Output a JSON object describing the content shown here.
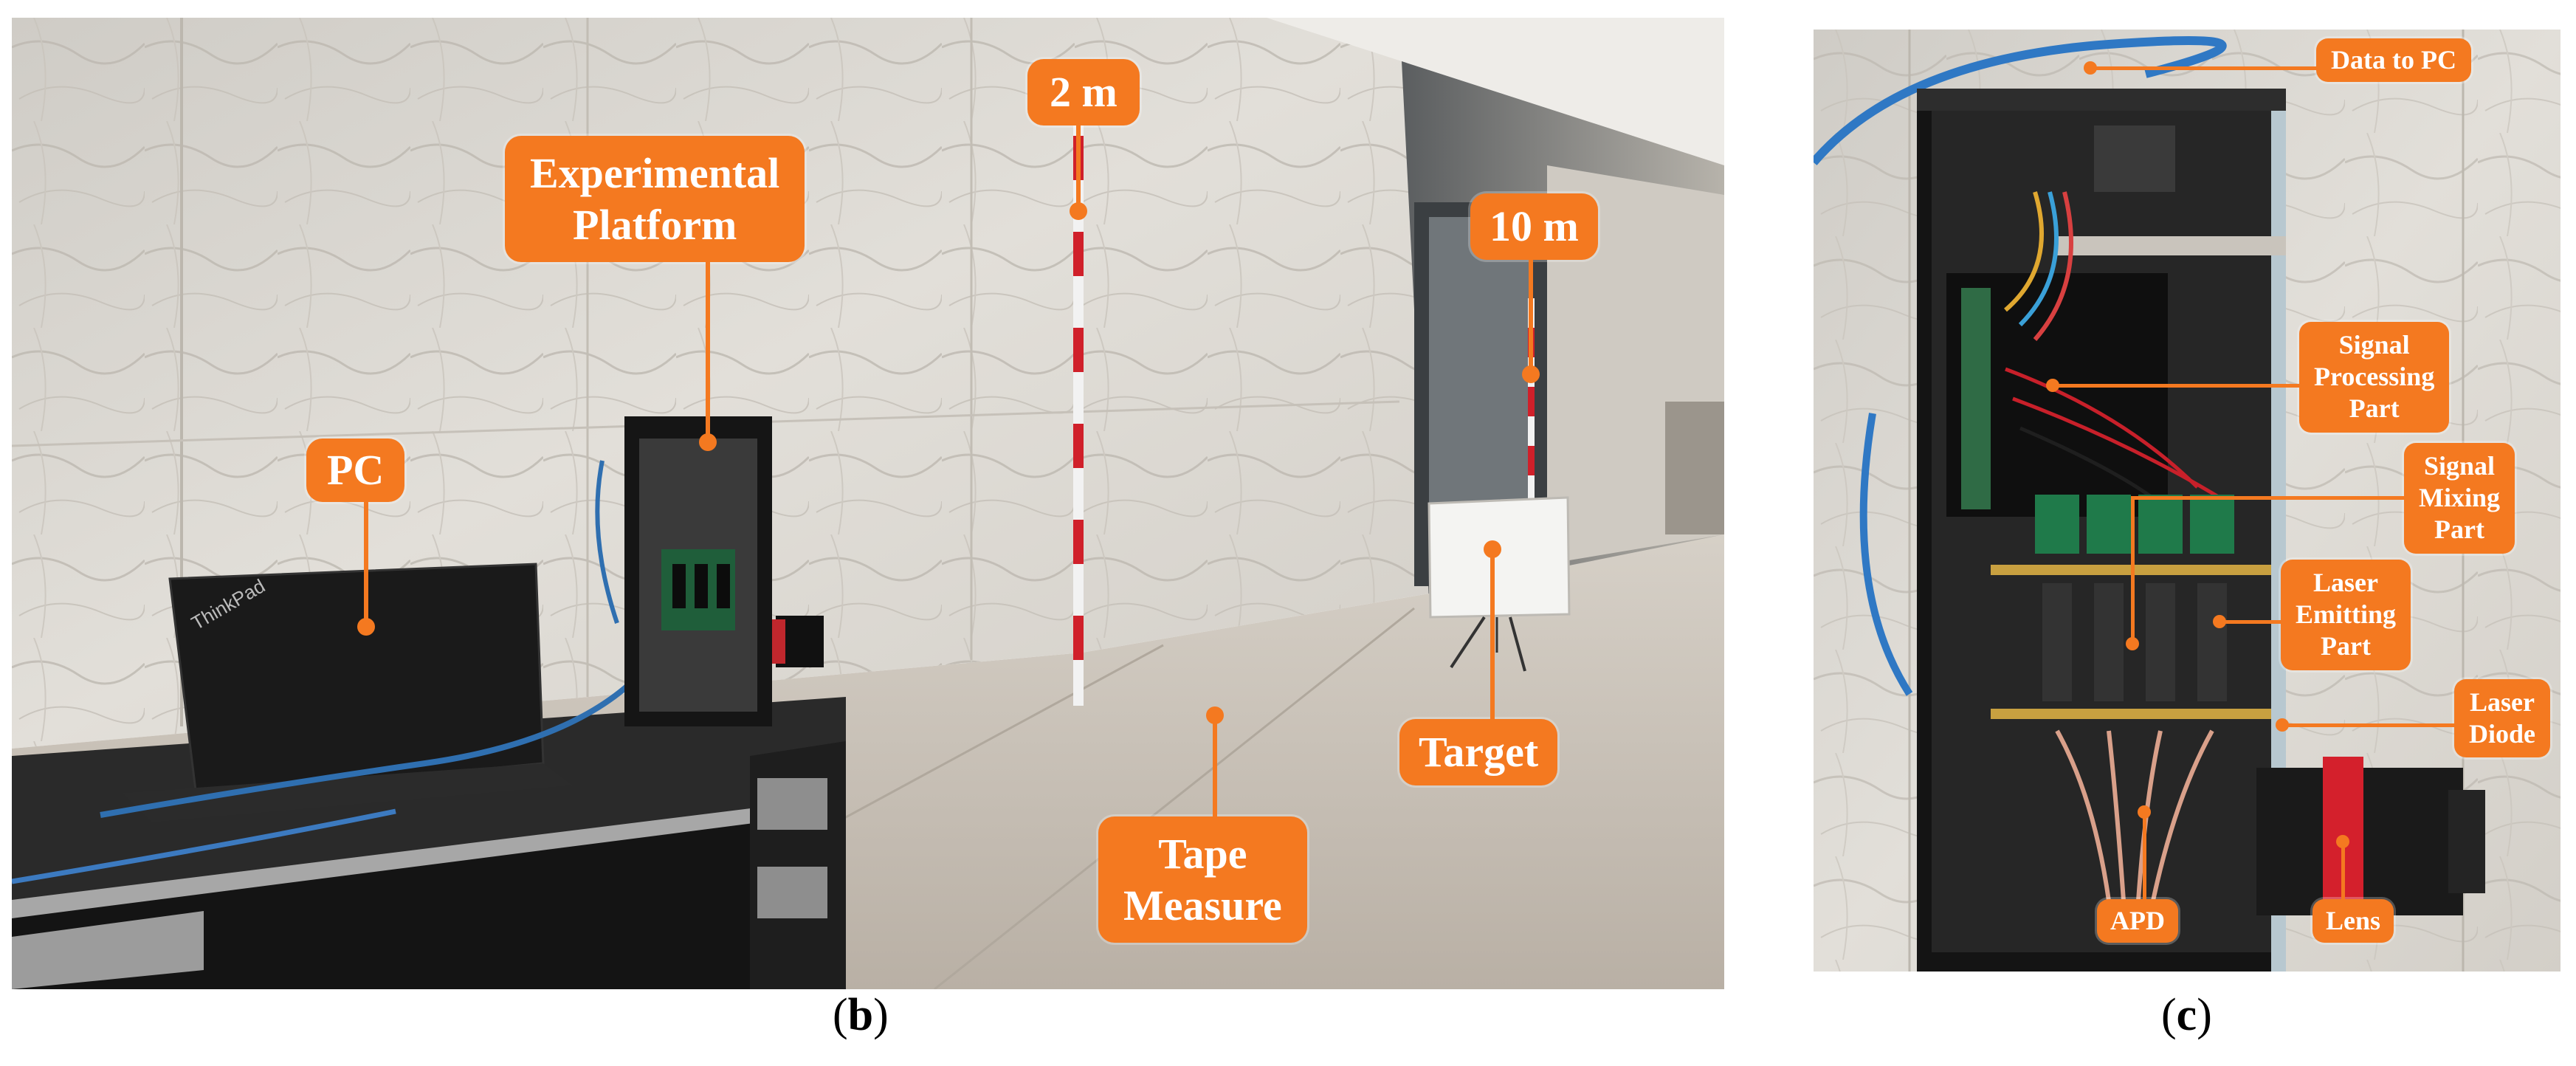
{
  "panel_b": {
    "caption_open": "(",
    "caption_letter": "b",
    "caption_close": ")",
    "labels": {
      "experimental_platform": "Experimental\nPlatform",
      "pc": "PC",
      "marker_2m": "2 m",
      "marker_10m": "10 m",
      "target": "Target",
      "tape_measure": "Tape\nMeasure"
    },
    "laptop_brand": "ThinkPad"
  },
  "panel_c": {
    "caption_open": "(",
    "caption_letter": "c",
    "caption_close": ")",
    "labels": {
      "data_to_pc": "Data to PC",
      "signal_processing": "Signal\nProcessing\nPart",
      "signal_mixing": "Signal\nMixing\nPart",
      "laser_emitting": "Laser\nEmitting\nPart",
      "laser_diode": "Laser\nDiode",
      "apd": "APD",
      "lens": "Lens"
    }
  },
  "colors": {
    "callout": "#f47920",
    "wall": "#d9d6d0",
    "floor": "#c9c2b8",
    "case": "#1c1c1c"
  }
}
